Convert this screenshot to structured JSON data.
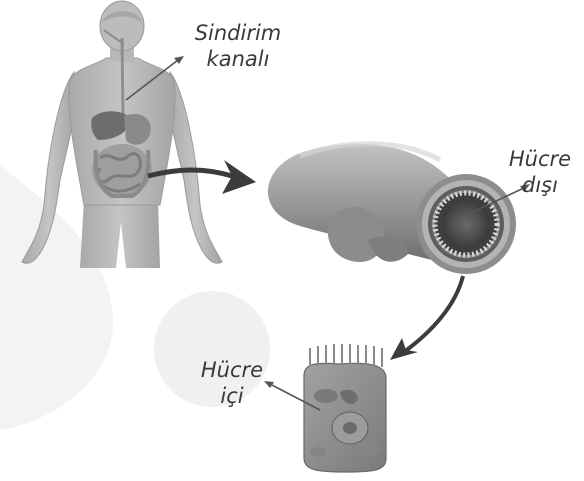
{
  "labels": {
    "digestive_canal": [
      "Sindirim",
      "kanalı"
    ],
    "extracellular": [
      "Hücre",
      "dışı"
    ],
    "intracellular": [
      "Hücre",
      "içi"
    ]
  },
  "colors": {
    "background_shape": "#f2f2f2",
    "body": "#b5b5b5",
    "body_edge": "#8e8e8e",
    "intestine": "#9a9a9a",
    "arrow": "#3c3c3c",
    "pointer": "#555555",
    "text": "#3a3a3a"
  }
}
